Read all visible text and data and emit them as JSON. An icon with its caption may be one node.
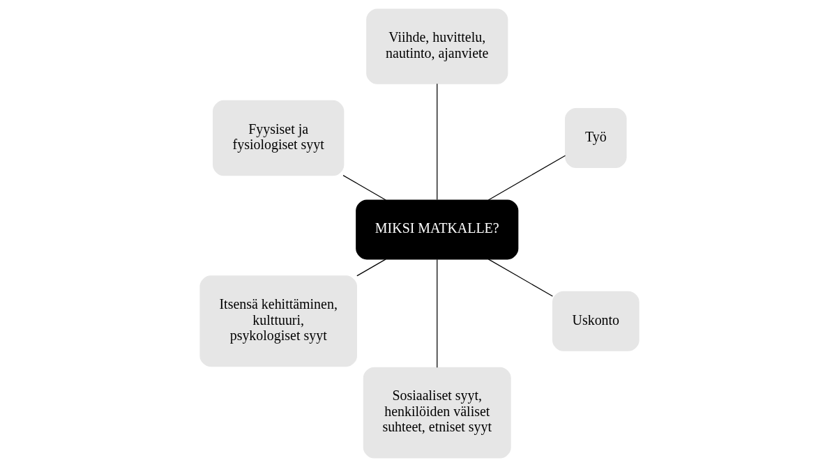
{
  "diagram": {
    "nodes": [
      {
        "text": [
          "Työ"
        ]
      },
      {
        "text": [
          "Viihde, huvittelu, nautinto, ajanviete"
        ]
      },
      {
        "text": [
          "Fyysiset ja fysiologiset syyt"
        ]
      },
      {
        "text": [
          "MIKSI MATKALLE?"
        ]
      },
      {
        "text": [
          "Itsensä kehittäminen, kulttuuri, psykologiset syyt"
        ]
      },
      {
        "text": [
          "Sosiaaliset syyt, henkilöiden väliset suhteet, etniset syyt"
        ]
      },
      {
        "text": [
          "Uskonto"
        ]
      }
    ],
    "edges": [
      {
        "from": 3,
        "to": 0,
        "arrow": "none"
      },
      {
        "from": 3,
        "to": 1,
        "arrow": "none"
      },
      {
        "from": 3,
        "to": 2,
        "arrow": "none"
      },
      {
        "from": 3,
        "to": 4,
        "arrow": "none"
      },
      {
        "from": 3,
        "to": 5,
        "arrow": "none"
      },
      {
        "from": 3,
        "to": 6,
        "arrow": "none"
      }
    ]
  }
}
